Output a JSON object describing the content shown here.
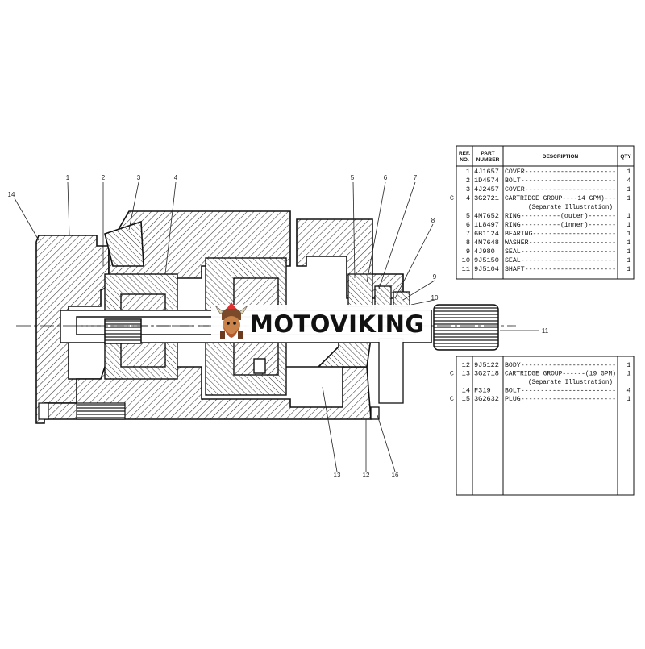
{
  "watermark": {
    "brand": "MOTOVIKING",
    "logo_icon": "viking-mascot-icon"
  },
  "callouts": [
    "14",
    "1",
    "2",
    "3",
    "4",
    "5",
    "6",
    "7",
    "8",
    "9",
    "10",
    "11",
    "13",
    "12",
    "16"
  ],
  "table_top": {
    "headers": {
      "ref": "REF.\nNO.",
      "part": "PART\nNUMBER",
      "desc": "DESCRIPTION",
      "qty": "QTY"
    },
    "rows": [
      {
        "c": "",
        "ref": "1",
        "part": "4J1657",
        "desc": "COVER-----------------------",
        "qty": "1"
      },
      {
        "c": "",
        "ref": "2",
        "part": "1D4574",
        "desc": "BOLT------------------------",
        "qty": "4"
      },
      {
        "c": "",
        "ref": "3",
        "part": "4J2457",
        "desc": "COVER-----------------------",
        "qty": "1"
      },
      {
        "c": "C",
        "ref": "4",
        "part": "3G2721",
        "desc": "CARTRIDGE GROUP----14 GPM)---",
        "qty": "1"
      },
      {
        "c": "",
        "ref": "",
        "part": "",
        "desc": "(Separate Illustration)",
        "qty": ""
      },
      {
        "c": "",
        "ref": "5",
        "part": "4M7652",
        "desc": "RING----------(outer)-------",
        "qty": "1"
      },
      {
        "c": "",
        "ref": "6",
        "part": "1L8497",
        "desc": "RING----------(inner)-------",
        "qty": "1"
      },
      {
        "c": "",
        "ref": "7",
        "part": "6B1124",
        "desc": "BEARING---------------------",
        "qty": "1"
      },
      {
        "c": "",
        "ref": "8",
        "part": "4M7648",
        "desc": "WASHER----------------------",
        "qty": "1"
      },
      {
        "c": "",
        "ref": "9",
        "part": "4J980",
        "desc": "SEAL------------------------",
        "qty": "1"
      },
      {
        "c": "",
        "ref": "10",
        "part": "9J5150",
        "desc": "SEAL------------------------",
        "qty": "1"
      },
      {
        "c": "",
        "ref": "11",
        "part": "9J5104",
        "desc": "SHAFT-----------------------",
        "qty": "1"
      }
    ]
  },
  "table_bottom": {
    "rows": [
      {
        "c": "",
        "ref": "12",
        "part": "9J5122",
        "desc": "BODY------------------------",
        "qty": "1"
      },
      {
        "c": "C",
        "ref": "13",
        "part": "3G2718",
        "desc": "CARTRIDGE GROUP------(19 GPM)",
        "qty": "1"
      },
      {
        "c": "",
        "ref": "",
        "part": "",
        "desc": "(Separate Illustration)",
        "qty": ""
      },
      {
        "c": "",
        "ref": "14",
        "part": "F319",
        "desc": "BOLT------------------------",
        "qty": "4"
      },
      {
        "c": "C",
        "ref": "15",
        "part": "3G2632",
        "desc": "PLUG------------------------",
        "qty": "1"
      }
    ]
  }
}
